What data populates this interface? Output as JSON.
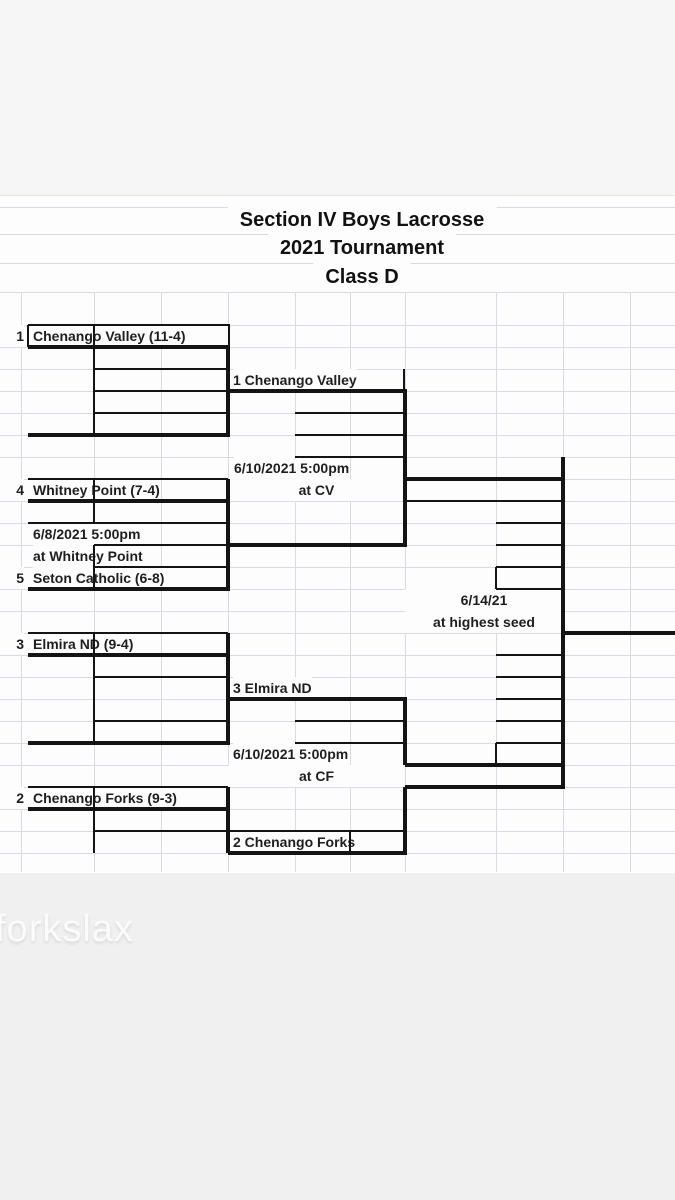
{
  "header": {
    "line1": "Section IV Boys Lacrosse",
    "line2": "2021 Tournament",
    "line3": "Class D"
  },
  "bracket": {
    "seeds": [
      {
        "seed": "1",
        "team": "Chenango Valley (11-4)"
      },
      {
        "seed": "4",
        "team": "Whitney Point (7-4)"
      },
      {
        "seed": "5",
        "team": "Seton Catholic (6-8)"
      },
      {
        "seed": "3",
        "team": "Elmira ND (9-4)"
      },
      {
        "seed": "2",
        "team": "Chenango Forks (9-3)"
      }
    ],
    "play_in_game": {
      "date": "6/8/2021 5:00pm",
      "location": "at Whitney Point"
    },
    "semifinal_top": {
      "advancer": "1 Chenango Valley",
      "date": "6/10/2021 5:00pm",
      "location": "at CV"
    },
    "semifinal_bottom": {
      "advancer_top": "3 Elmira ND",
      "advancer_bottom": "2 Chenango Forks",
      "date": "6/10/2021 5:00pm",
      "location": "at CF"
    },
    "final": {
      "date": "6/14/21",
      "location": "at highest seed"
    }
  },
  "watermark": "forkslax",
  "colors": {
    "bracket_line": "#141414",
    "gridline": "#d8dbe2",
    "sheet_bg": "#fdfdfd",
    "band_top": "#f6f6f7",
    "band_bottom": "#f0f0f1",
    "watermark_text": "#fbfbfb"
  }
}
